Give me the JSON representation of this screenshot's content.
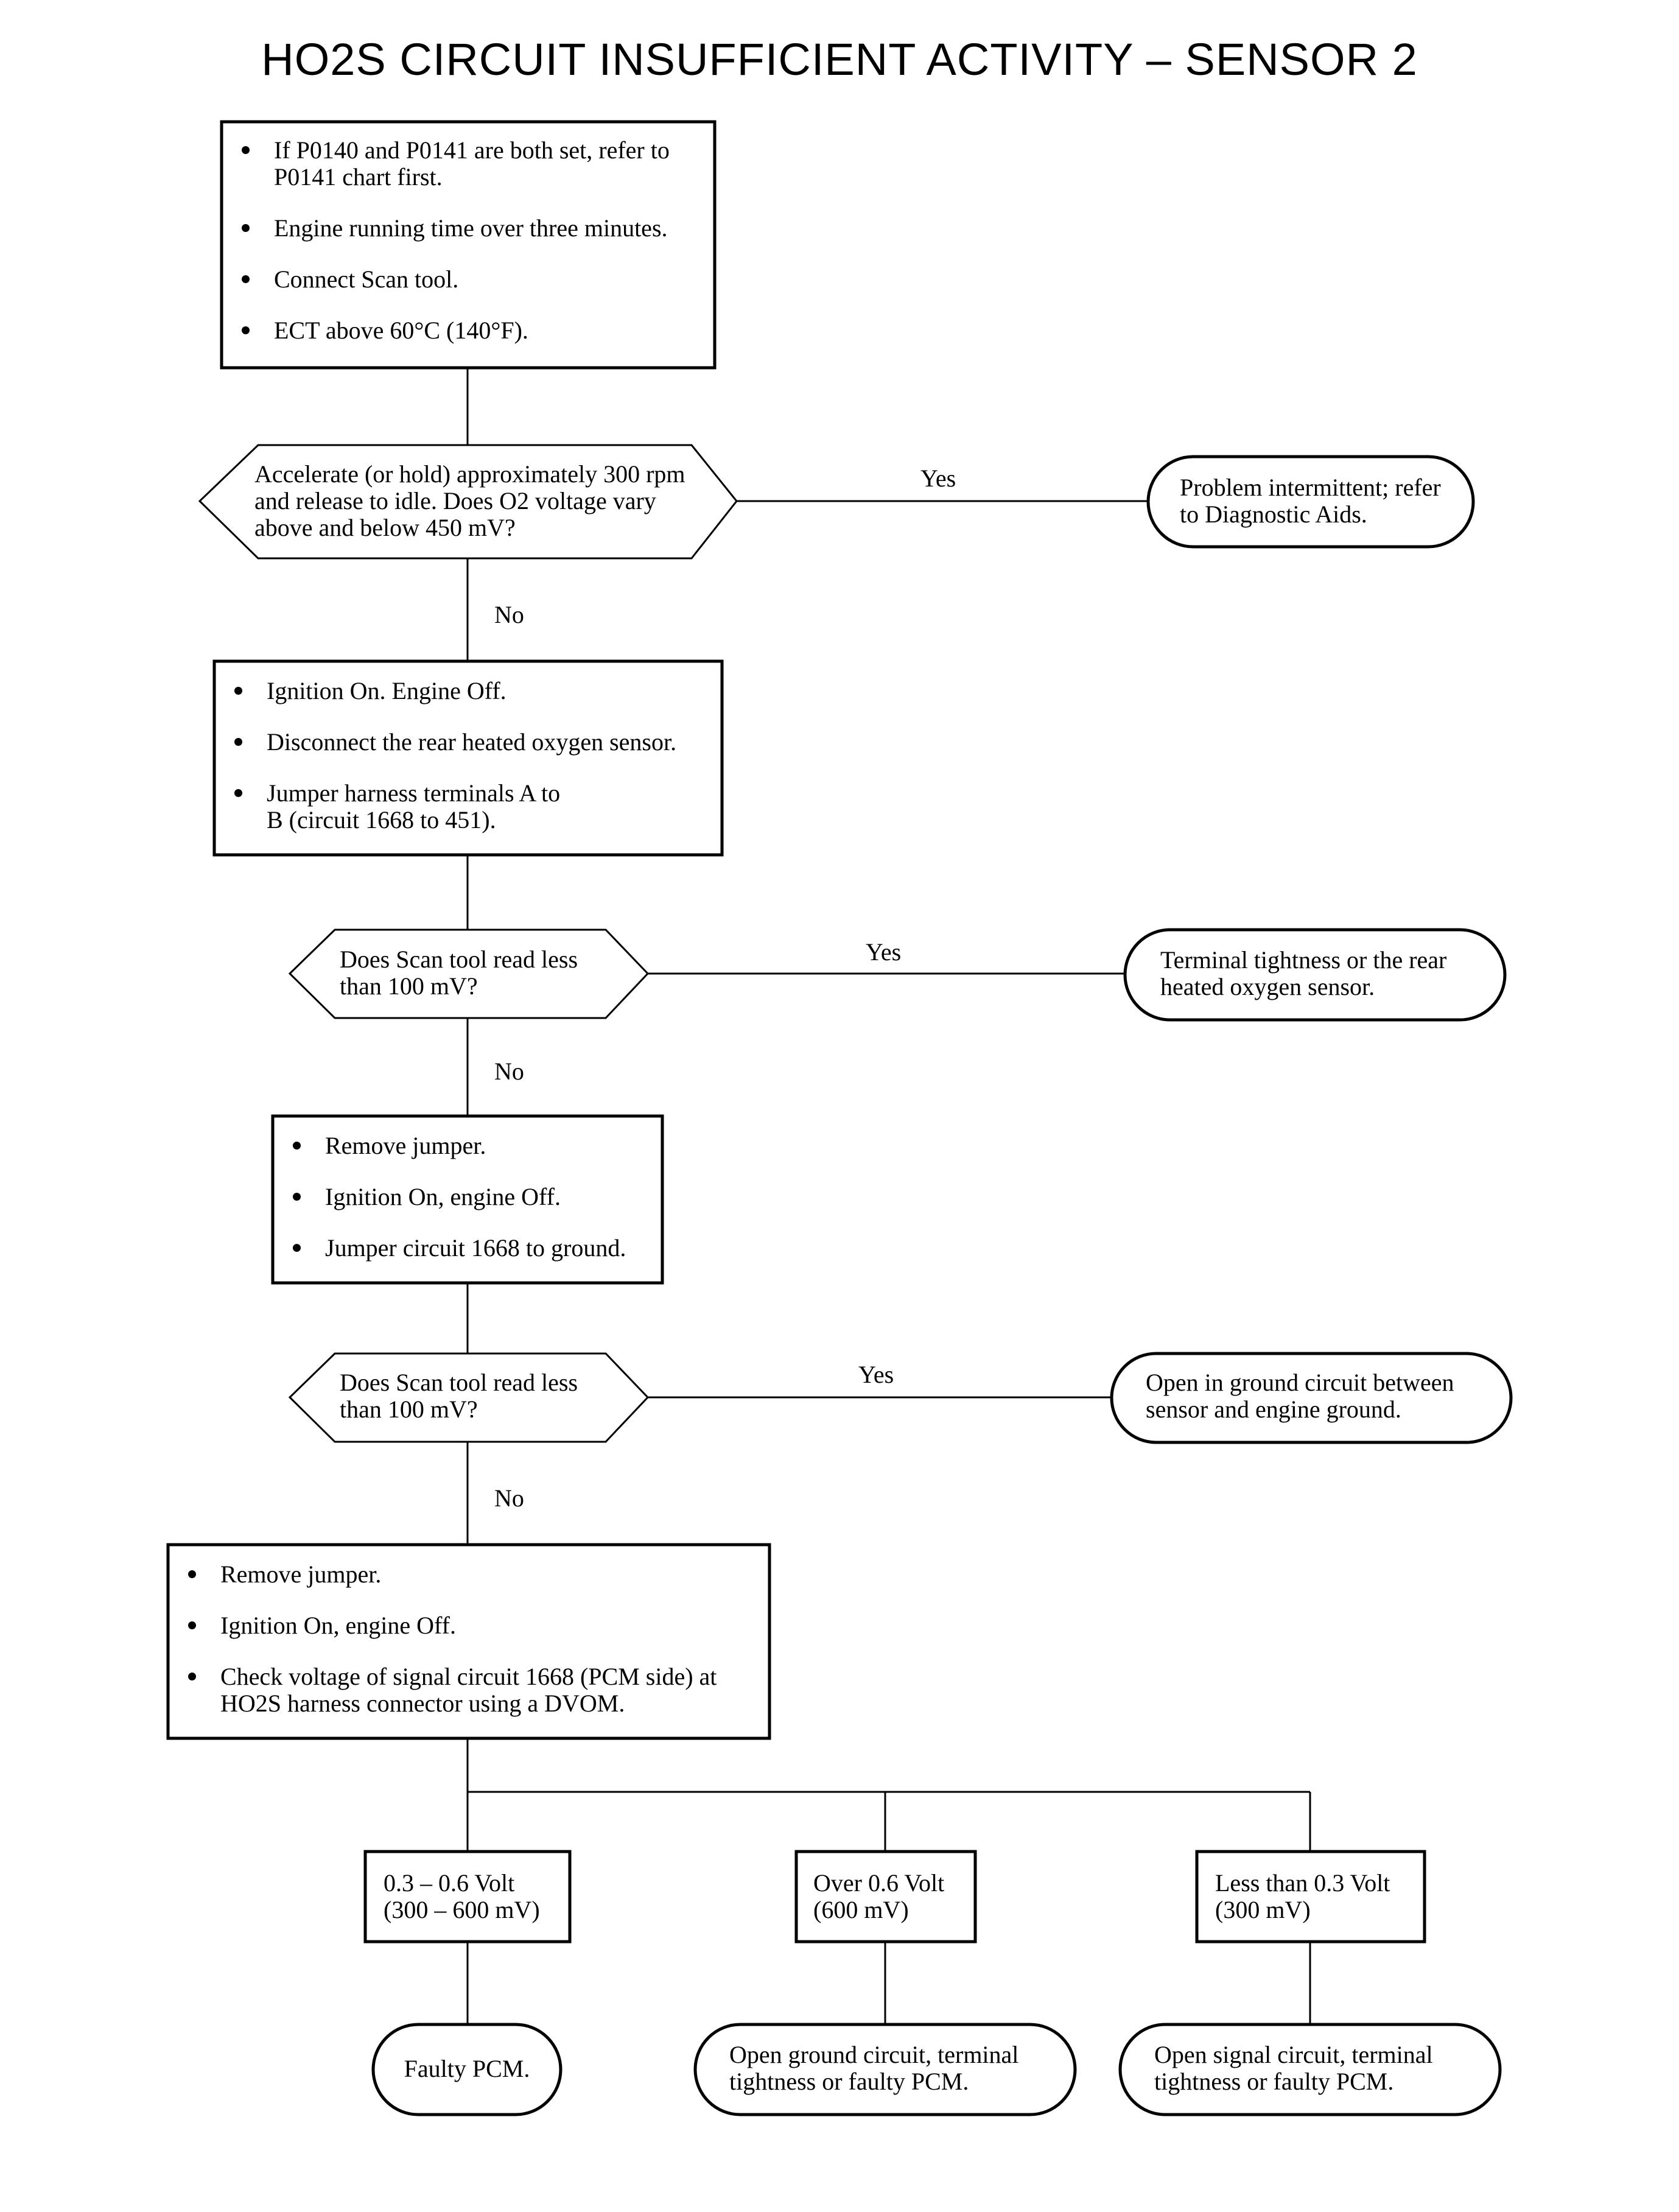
{
  "title": "HO2S CIRCUIT INSUFFICIENT ACTIVITY – SENSOR 2",
  "steps": {
    "box1": [
      "If P0140 and P0141 are both set, refer to P0141 chart first.",
      "Engine running time over three minutes.",
      "Connect Scan tool.",
      "ECT above 60°C (140°F)."
    ],
    "decision1": "Accelerate (or hold) approximately 300 rpm and release to idle. Does O2 voltage vary above and below 450 mV?",
    "result1": "Problem intermittent; refer to Diagnostic Aids.",
    "box2": [
      "Ignition On. Engine Off.",
      "Disconnect the rear heated oxygen sensor.",
      "Jumper harness terminals A to B (circuit 1668 to 451)."
    ],
    "decision2": "Does Scan tool read less than 100 mV?",
    "result2": "Terminal tightness or the rear heated oxygen sensor.",
    "box3": [
      "Remove jumper.",
      "Ignition On, engine Off.",
      "Jumper circuit 1668 to ground."
    ],
    "decision3": "Does Scan tool read less than 100 mV?",
    "result3": "Open in ground circuit between sensor and engine ground.",
    "box4": [
      "Remove jumper.",
      "Ignition On, engine Off.",
      "Check voltage of signal circuit 1668 (PCM side) at HO2S harness connector using a DVOM."
    ],
    "branch_left": "0.3 – 0.6 Volt (300 – 600 mV)",
    "branch_mid": "Over 0.6 Volt (600 mV)",
    "branch_right": "Less than 0.3 Volt (300 mV)",
    "end_left": "Faulty PCM.",
    "end_mid": "Open ground circuit, terminal tightness or faulty PCM.",
    "end_right": "Open signal circuit, terminal tightness or faulty PCM."
  },
  "labels": {
    "yes": "Yes",
    "no": "No"
  }
}
